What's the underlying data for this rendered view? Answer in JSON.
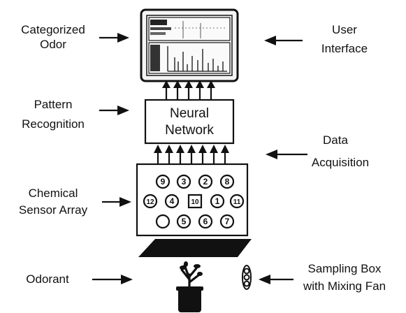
{
  "labels": {
    "categorized_odor": [
      "Categorized",
      "Odor"
    ],
    "user_interface": [
      "User",
      "Interface"
    ],
    "pattern_recognition": [
      "Pattern",
      "Recognition"
    ],
    "data_acquisition": [
      "Data",
      "Acquisition"
    ],
    "chemical_sensor_array": [
      "Chemical",
      "Sensor Array"
    ],
    "odorant": [
      "Odorant"
    ],
    "sampling_box": [
      "Sampling Box",
      "with Mixing Fan"
    ]
  },
  "neural_network_box": [
    "Neural",
    "Network"
  ],
  "sensors": {
    "row1": [
      "9",
      "3",
      "2",
      "8"
    ],
    "row2": [
      "12",
      "4",
      "10",
      "1",
      "11"
    ],
    "row3": [
      "",
      "5",
      "6",
      "7"
    ]
  },
  "colors": {
    "ink": "#111111",
    "background": "#ffffff"
  }
}
